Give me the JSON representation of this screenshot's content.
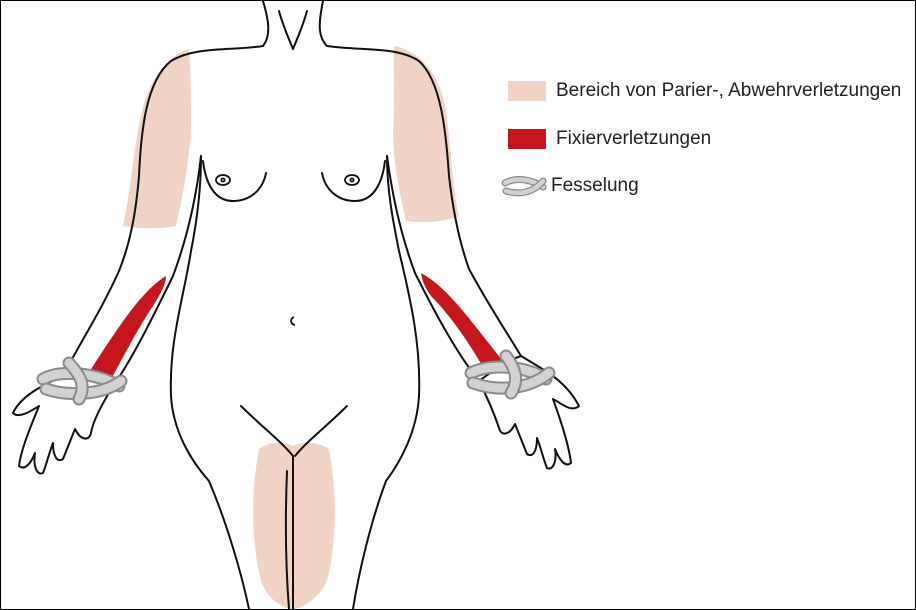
{
  "colors": {
    "outline": "#111111",
    "parry_defense": "#f1d3c5",
    "fixation": "#c4161c",
    "rope": "#d2d2d2",
    "rope_edge": "#8a8a8a"
  },
  "legend": [
    {
      "key": "parry_defense",
      "label": "Bereich von Parier-, Abwehrverletzungen",
      "symbol": "swatch"
    },
    {
      "key": "fixation",
      "label": "Fixierverletzungen",
      "symbol": "swatch"
    },
    {
      "key": "restraint",
      "label": "Fesselung",
      "symbol": "rope-icon"
    }
  ],
  "figure": {
    "subject": "female-body-front",
    "regions": [
      "upper-arm-left",
      "upper-arm-right",
      "inner-thigh"
    ],
    "fixation_regions": [
      "forearm-left",
      "forearm-right"
    ],
    "restraints": [
      "wrist-left",
      "wrist-right"
    ]
  }
}
